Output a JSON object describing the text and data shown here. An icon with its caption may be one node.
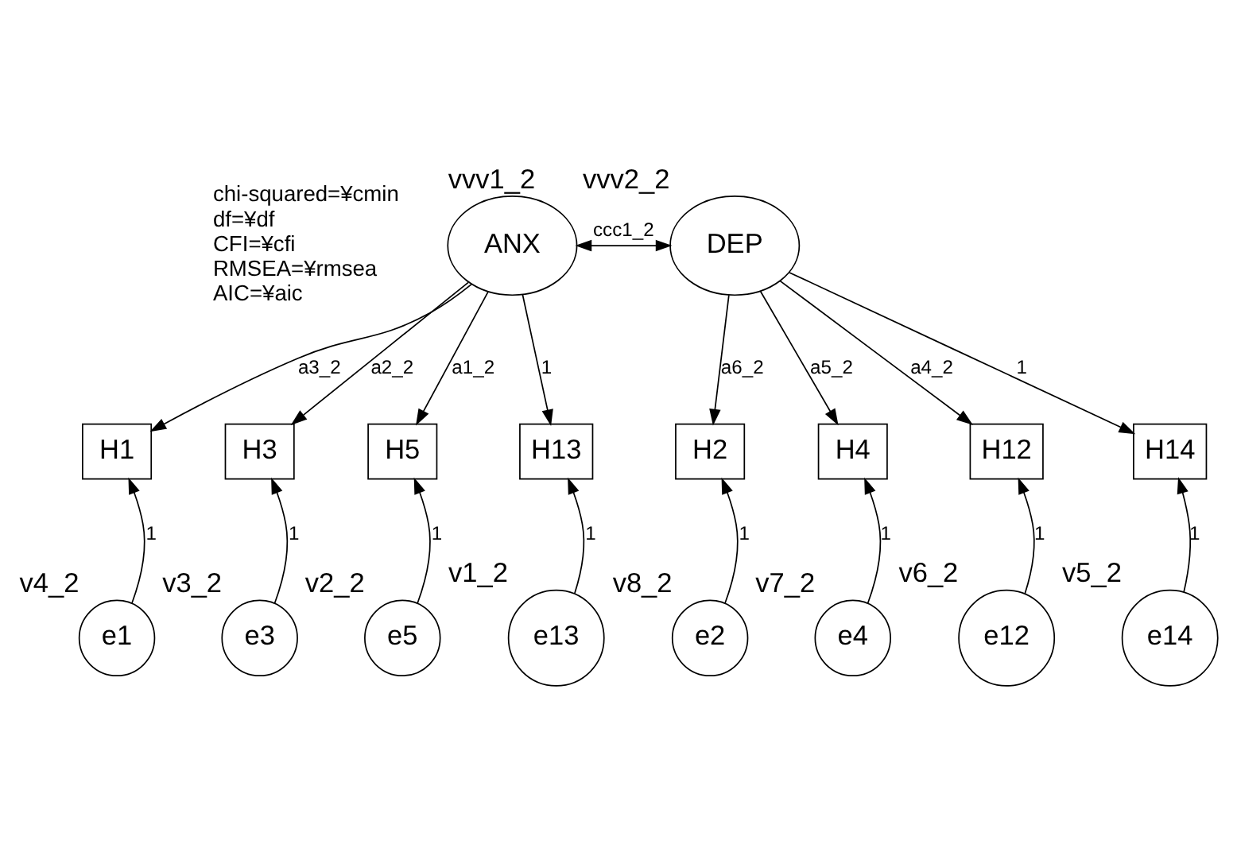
{
  "diagram": {
    "nodes": [
      {
        "text": [
          "ANX"
        ],
        "beside": [
          "vvv1_2"
        ]
      },
      {
        "text": [
          "DEP"
        ],
        "beside": [
          "vvv2_2"
        ]
      },
      {
        "text": [
          "H1"
        ]
      },
      {
        "text": [
          "H3"
        ]
      },
      {
        "text": [
          "H5"
        ]
      },
      {
        "text": [
          "H13"
        ]
      },
      {
        "text": [
          "H2"
        ]
      },
      {
        "text": [
          "H4"
        ]
      },
      {
        "text": [
          "H12"
        ]
      },
      {
        "text": [
          "H14"
        ]
      },
      {
        "text": [
          "e1"
        ],
        "beside": [
          "v4_2"
        ]
      },
      {
        "text": [
          "e3"
        ],
        "beside": [
          "v3_2"
        ]
      },
      {
        "text": [
          "e5"
        ],
        "beside": [
          "v2_2"
        ]
      },
      {
        "text": [
          "e13"
        ],
        "beside": [
          "v1_2"
        ]
      },
      {
        "text": [
          "e2"
        ],
        "beside": [
          "v8_2"
        ]
      },
      {
        "text": [
          "e4"
        ],
        "beside": [
          "v7_2"
        ]
      },
      {
        "text": [
          "e12"
        ],
        "beside": [
          "v6_2"
        ]
      },
      {
        "text": [
          "e14"
        ],
        "beside": [
          "v5_2"
        ]
      }
    ],
    "edges": [
      {
        "from": 0,
        "to": 1,
        "arrow": "both",
        "label": "ccc1_2"
      },
      {
        "from": 0,
        "to": 2,
        "arrow": "to",
        "label": "a3_2"
      },
      {
        "from": 0,
        "to": 3,
        "arrow": "to",
        "label": "a2_2"
      },
      {
        "from": 0,
        "to": 4,
        "arrow": "to",
        "label": "a1_2"
      },
      {
        "from": 0,
        "to": 5,
        "arrow": "to",
        "label": "1"
      },
      {
        "from": 1,
        "to": 6,
        "arrow": "to",
        "label": "a6_2"
      },
      {
        "from": 1,
        "to": 7,
        "arrow": "to",
        "label": "a5_2"
      },
      {
        "from": 1,
        "to": 8,
        "arrow": "to",
        "label": "a4_2"
      },
      {
        "from": 1,
        "to": 9,
        "arrow": "to",
        "label": "1"
      },
      {
        "from": 10,
        "to": 2,
        "arrow": "to",
        "label": "1"
      },
      {
        "from": 11,
        "to": 3,
        "arrow": "to",
        "label": "1"
      },
      {
        "from": 12,
        "to": 4,
        "arrow": "to",
        "label": "1"
      },
      {
        "from": 13,
        "to": 5,
        "arrow": "to",
        "label": "1"
      },
      {
        "from": 14,
        "to": 6,
        "arrow": "to",
        "label": "1"
      },
      {
        "from": 15,
        "to": 7,
        "arrow": "to",
        "label": "1"
      },
      {
        "from": 16,
        "to": 8,
        "arrow": "to",
        "label": "1"
      },
      {
        "from": 17,
        "to": 9,
        "arrow": "to",
        "label": "1"
      }
    ],
    "labels": [
      "chi-squared=¥cmin",
      "df=¥df",
      "CFI=¥cfi",
      "RMSEA=¥rmsea",
      "AIC=¥aic"
    ]
  }
}
